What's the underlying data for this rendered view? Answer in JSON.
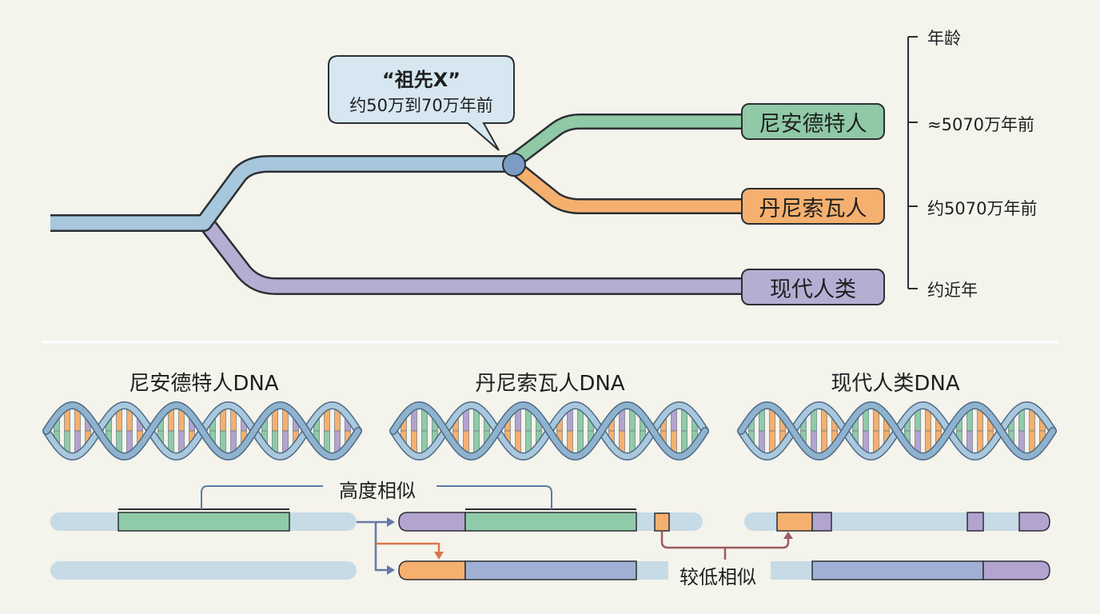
{
  "tree": {
    "callout": {
      "title": "“祖先X”",
      "subtitle": "约50万到70万年前"
    },
    "branches": [
      {
        "id": "neanderthal",
        "label": "尼安德特人",
        "color": "#8fc9a6"
      },
      {
        "id": "denisovan",
        "label": "丹尼索瓦人",
        "color": "#f5b06f"
      },
      {
        "id": "modern",
        "label": "现代人类",
        "color": "#b5aed3"
      }
    ],
    "trunk_color": "#a6c7dc",
    "ancestor_node_color": "#7b9cc4"
  },
  "age_axis": {
    "header": "年龄",
    "ticks": [
      "≈5070万年前",
      "约5070万年前",
      "约近年"
    ]
  },
  "dna": {
    "titles": [
      "尼安德特人DNA",
      "丹尼索瓦人DNA",
      "现代人类DNA"
    ],
    "high_similarity_label": "高度相似",
    "low_similarity_label": "较低相似"
  },
  "colors": {
    "background": "#f4f3ec",
    "strand_light": "#c7dbe6",
    "green": "#8fcba8",
    "orange": "#f5b06f",
    "purple": "#b3a3cf",
    "blue": "#9fb0d4",
    "arrow_blue": "#6578a8",
    "arrow_orange": "#d8774a",
    "arrow_red": "#9c5a5e"
  }
}
